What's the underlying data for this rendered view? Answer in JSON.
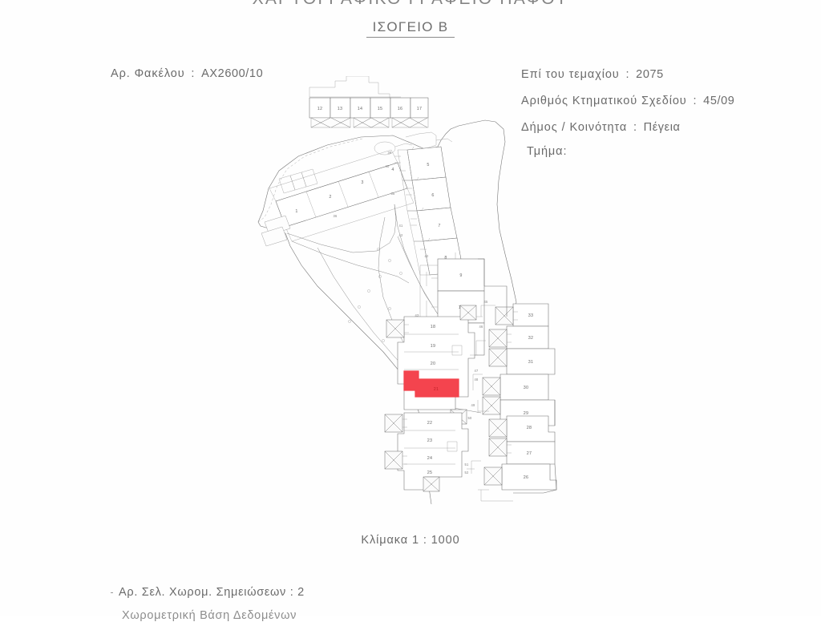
{
  "document": {
    "title": "ΧΑΡΤΟΓΡΑΦΙΚΟ ΓΡΑΦΕΙΟ ΠΑΦΟΥ",
    "subtitle": "ΙΣΟΓΕΙΟ Β"
  },
  "header_left": {
    "file_label": "Αρ. Φακέλου",
    "file_separator": ":",
    "file_value": "ΑΧ2600/10"
  },
  "header_right": {
    "parcel_label": "Επί του τεμαχίου",
    "parcel_separator": ":",
    "parcel_value": "2075",
    "plan_label": "Αριθμός Κτηματικού Σχεδίου",
    "plan_separator": ":",
    "plan_value": "45/09",
    "municipality_label": "Δήμος / Κοινότητα",
    "municipality_separator": ":",
    "municipality_value": "Πέγεια",
    "section_label": "Τμήμα:",
    "section_value": ""
  },
  "footer": {
    "scale_label": "Κλίμακα",
    "scale_separator": ":",
    "scale_value": "1 : 1000",
    "scale_full": "Κλίμακα  1 : 1000",
    "notes_label": "Αρ. Σελ. Χωρομ. Σημειώσεων",
    "notes_separator": ":",
    "notes_value": "2",
    "notes_full": "Αρ. Σελ. Χωρομ. Σημειώσεων : 2",
    "database_label": "Χωρομετρική Βάση Δεδομένων"
  },
  "map": {
    "highlight_color": "#F2404A",
    "highlight_fill": "#F4444E",
    "highlight_unit": "21",
    "line_color": "#6d6d6d",
    "top_row_units": [
      "12",
      "13",
      "14",
      "15",
      "16",
      "17"
    ],
    "northwest_cluster_units": [
      "1",
      "2",
      "3",
      "4"
    ],
    "central_upper_units": [
      "5",
      "6",
      "7",
      "8"
    ],
    "central_mid_units": [
      "9",
      "10",
      "11"
    ],
    "central_block_units": [
      "18",
      "19",
      "20",
      "21"
    ],
    "central_lower_units": [
      "22",
      "23",
      "24",
      "25"
    ],
    "east_upper_units": [
      "33",
      "32",
      "31",
      "30",
      "29"
    ],
    "east_lower_units": [
      "28",
      "27",
      "26"
    ],
    "boundary_markers": [
      "34",
      "35",
      "36",
      "39",
      "40",
      "41",
      "42",
      "43",
      "44",
      "45",
      "46",
      "47",
      "48",
      "49",
      "50",
      "51",
      "52"
    ]
  }
}
